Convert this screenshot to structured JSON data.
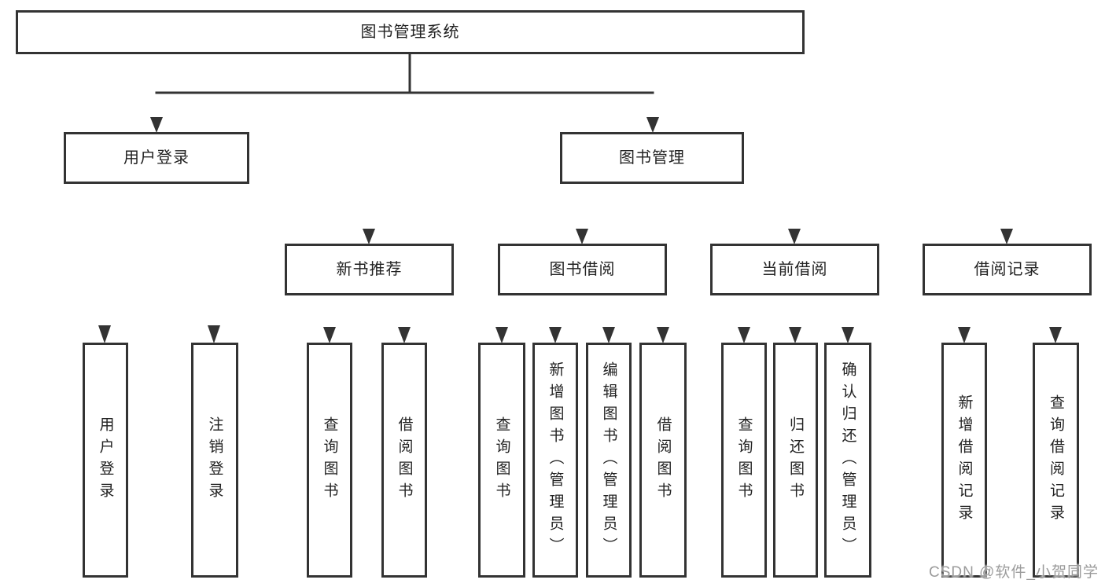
{
  "diagram": {
    "root": {
      "label": "图书管理系统"
    },
    "level2": [
      {
        "label": "用户登录"
      },
      {
        "label": "图书管理"
      }
    ],
    "level3": [
      {
        "label": "新书推荐"
      },
      {
        "label": "图书借阅"
      },
      {
        "label": "当前借阅"
      },
      {
        "label": "借阅记录"
      }
    ],
    "leaves": [
      {
        "label": "用户登录"
      },
      {
        "label": "注销登录"
      },
      {
        "label": "查询图书"
      },
      {
        "label": "借阅图书"
      },
      {
        "label": "查询图书"
      },
      {
        "label": "新增图书（管理员）"
      },
      {
        "label": "编辑图书（管理员）"
      },
      {
        "label": "借阅图书"
      },
      {
        "label": "查询图书"
      },
      {
        "label": "归还图书"
      },
      {
        "label": "确认归还（管理员）"
      },
      {
        "label": "新增借阅记录"
      },
      {
        "label": "查询借阅记录"
      }
    ]
  },
  "watermark": {
    "text": "CSDN @软件_小贺同学"
  },
  "colors": {
    "background": "#ffffff",
    "line": "#333333",
    "box_border": "#333333",
    "text": "#222222",
    "watermark": "#9b9b9b"
  }
}
